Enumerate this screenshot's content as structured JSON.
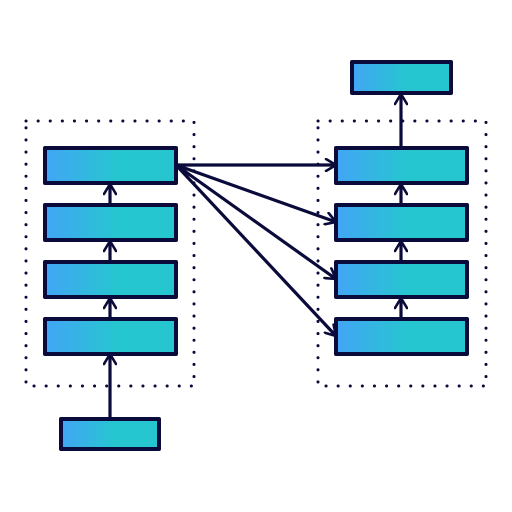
{
  "diagram": {
    "kind": "encoder-decoder-icon",
    "colors": {
      "stroke": "#0b0b3b",
      "gradient_start": "#42a5f5",
      "gradient_end": "#26c6d0",
      "background": "#ffffff"
    },
    "left_stack": {
      "input_block": "input-block",
      "layers": [
        "encoder-layer-1",
        "encoder-layer-2",
        "encoder-layer-3",
        "encoder-layer-4"
      ]
    },
    "right_stack": {
      "layers": [
        "decoder-layer-1",
        "decoder-layer-2",
        "decoder-layer-3",
        "decoder-layer-4"
      ],
      "output_block": "output-block"
    },
    "cross_connections": {
      "from": "encoder-layer-4",
      "to": [
        "decoder-layer-4",
        "decoder-layer-3",
        "decoder-layer-2",
        "decoder-layer-1"
      ]
    }
  }
}
